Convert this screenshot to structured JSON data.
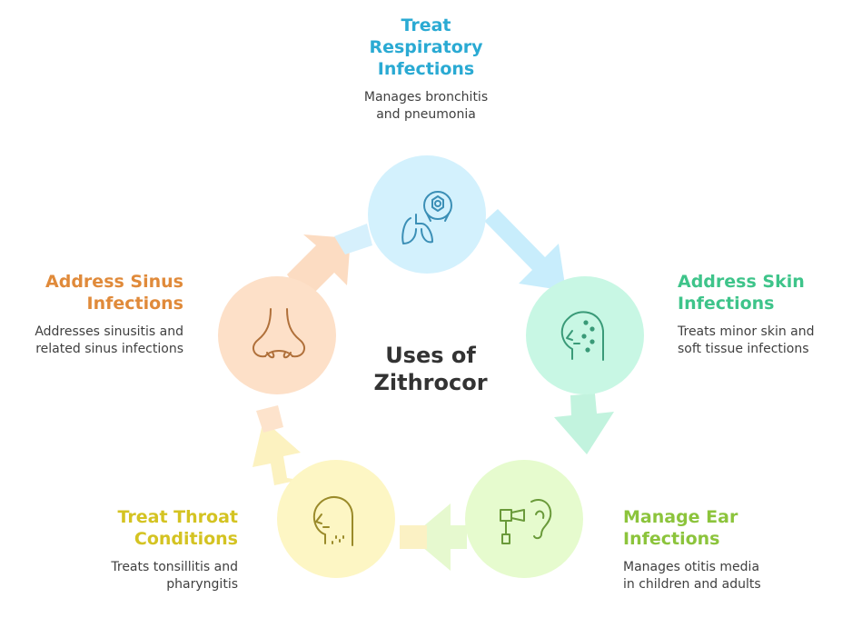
{
  "center": {
    "title": "Uses of\nZithrocor"
  },
  "nodes": [
    {
      "id": "respiratory",
      "title": "Treat\nRespiratory\nInfections",
      "description": "Manages bronchitis\nand pneumonia",
      "color": "#2aaad3",
      "circle_fill": "#d3f1fd",
      "icon": "lungs-icon"
    },
    {
      "id": "skin",
      "title": "Address Skin\nInfections",
      "description": "Treats minor skin and\nsoft tissue infections",
      "color": "#3ec48a",
      "circle_fill": "#c8f7e4",
      "icon": "face-skin-icon"
    },
    {
      "id": "ear",
      "title": "Manage Ear\nInfections",
      "description": "Manages otitis media\nin children and adults",
      "color": "#8cc43c",
      "circle_fill": "#e6fbce",
      "icon": "otoscope-ear-icon"
    },
    {
      "id": "throat",
      "title": "Treat Throat\nConditions",
      "description": "Treats tonsillitis and\npharyngitis",
      "color": "#d4c322",
      "circle_fill": "#fdf6c4",
      "icon": "throat-head-icon"
    },
    {
      "id": "sinus",
      "title": "Address Sinus\nInfections",
      "description": "Addresses sinusitis and\nrelated sinus infections",
      "color": "#e08a3a",
      "circle_fill": "#fde0c8",
      "icon": "nose-icon"
    }
  ],
  "colors": {
    "icon_stroke": "#3b8fb6",
    "skin_stroke": "#3a9a78",
    "ear_stroke": "#6a9a3a",
    "throat_stroke": "#9a8a2a",
    "sinus_stroke": "#b0703a",
    "arrow_respiratory_skin": "#c8edfc",
    "arrow_skin_ear": "#c2f3de",
    "arrow_ear_throat": "#e6f9cf",
    "arrow_throat_sinus": "#fcf2c0",
    "arrow_sinus_respiratory": "#fcdcc2"
  }
}
